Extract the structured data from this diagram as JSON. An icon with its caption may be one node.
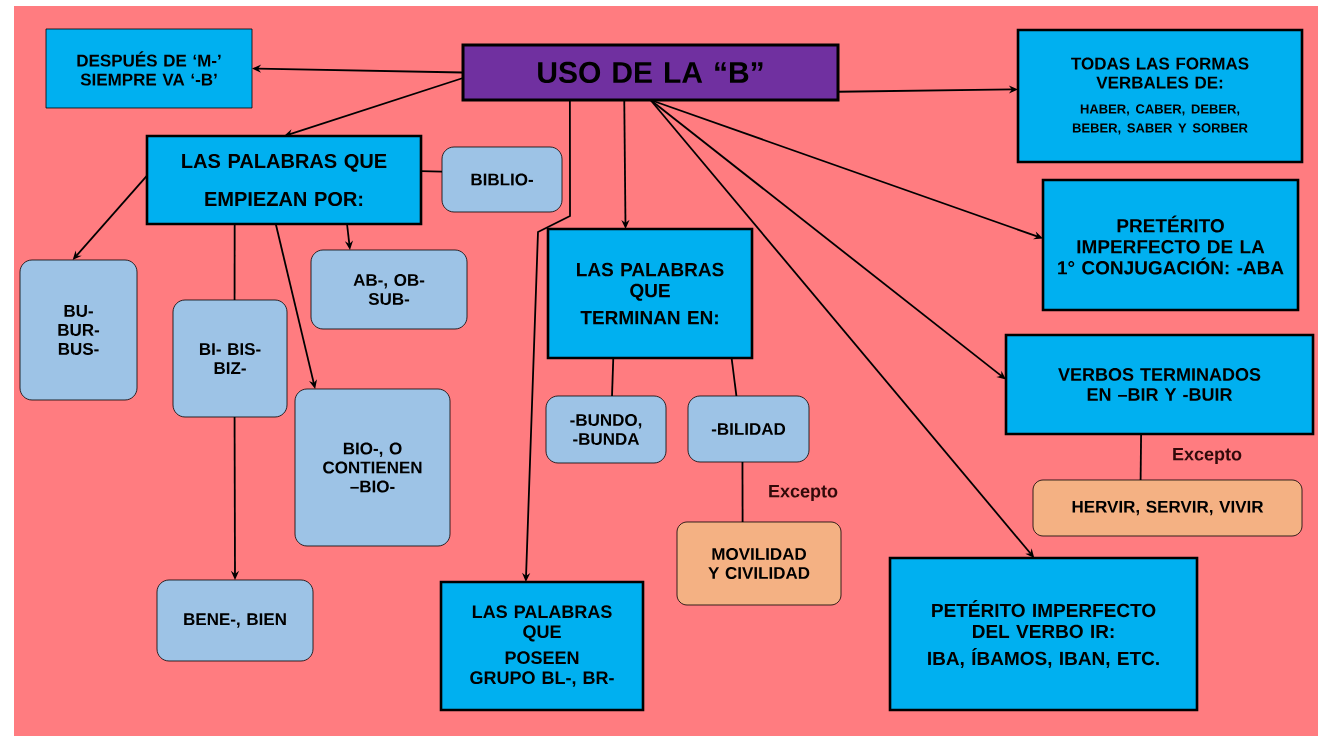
{
  "diagram": {
    "nodes": [
      {
        "text": [
          "USO DE LA “B”"
        ]
      },
      {
        "text": [
          "DESPUÉS DE ‘M-’ SIEMPRE VA ‘-B’"
        ]
      },
      {
        "text": [
          "LAS PALABRAS QUE EMPIEZAN POR:"
        ]
      },
      {
        "text": [
          "BIBLIO-"
        ]
      },
      {
        "text": [
          "BU- BUR- BUS-"
        ]
      },
      {
        "text": [
          "BI- BIS- BIZ-"
        ]
      },
      {
        "text": [
          "AB-, OB- SUB-"
        ]
      },
      {
        "text": [
          "BIO-, O CONTIENEN –BIO-"
        ]
      },
      {
        "text": [
          "BENE-, BIEN"
        ]
      },
      {
        "text": [
          "LAS PALABRAS QUE",
          "TERMINAN EN:"
        ]
      },
      {
        "text": [
          "-BUNDO, -BUNDA"
        ]
      },
      {
        "text": [
          "-BILIDAD"
        ]
      },
      {
        "text": [
          "MOVILIDAD Y CIVILIDAD"
        ]
      },
      {
        "text": [
          "LAS PALABRAS QUE",
          "POSEEN GRUPO BL-, BR-"
        ]
      },
      {
        "text": [
          "TODAS LAS FORMAS VERBALES DE:",
          "HABER, CABER, DEBER, BEBER, SABER Y SORBER"
        ]
      },
      {
        "text": [
          "PRETÉRITO IMPERFECTO DE LA 1° CONJUGACIÓN: -ABA"
        ]
      },
      {
        "text": [
          "VERBOS TERMINADOS EN –BIR Y -BUIR"
        ]
      },
      {
        "text": [
          "HERVIR, SERVIR, VIVIR"
        ]
      },
      {
        "text": [
          "PETÉRITO IMPERFECTO DEL VERBO IR:",
          "IBA, ÍBAMOS, IBAN, ETC."
        ]
      }
    ],
    "edges": [
      {
        "from": 0,
        "to": 1,
        "arrow": "to"
      },
      {
        "from": 0,
        "to": 2,
        "arrow": "to"
      },
      {
        "from": 0,
        "to": 13,
        "arrow": "to"
      },
      {
        "from": 0,
        "to": 9,
        "arrow": "to"
      },
      {
        "from": 0,
        "to": 14,
        "arrow": "to"
      },
      {
        "from": 0,
        "to": 15,
        "arrow": "to"
      },
      {
        "from": 0,
        "to": 16,
        "arrow": "to"
      },
      {
        "from": 0,
        "to": 18,
        "arrow": "to"
      },
      {
        "from": 2,
        "to": 3,
        "arrow": "none"
      },
      {
        "from": 2,
        "to": 4,
        "arrow": "to"
      },
      {
        "from": 2,
        "to": 5,
        "arrow": "none"
      },
      {
        "from": 2,
        "to": 6,
        "arrow": "to"
      },
      {
        "from": 2,
        "to": 7,
        "arrow": "to"
      },
      {
        "from": 5,
        "to": 8,
        "arrow": "to"
      },
      {
        "from": 9,
        "to": 10,
        "arrow": "none"
      },
      {
        "from": 9,
        "to": 11,
        "arrow": "none"
      },
      {
        "from": 11,
        "to": 12,
        "arrow": "none",
        "label": "Excepto"
      },
      {
        "from": 16,
        "to": 17,
        "arrow": "none",
        "label": "Excepto"
      }
    ]
  }
}
